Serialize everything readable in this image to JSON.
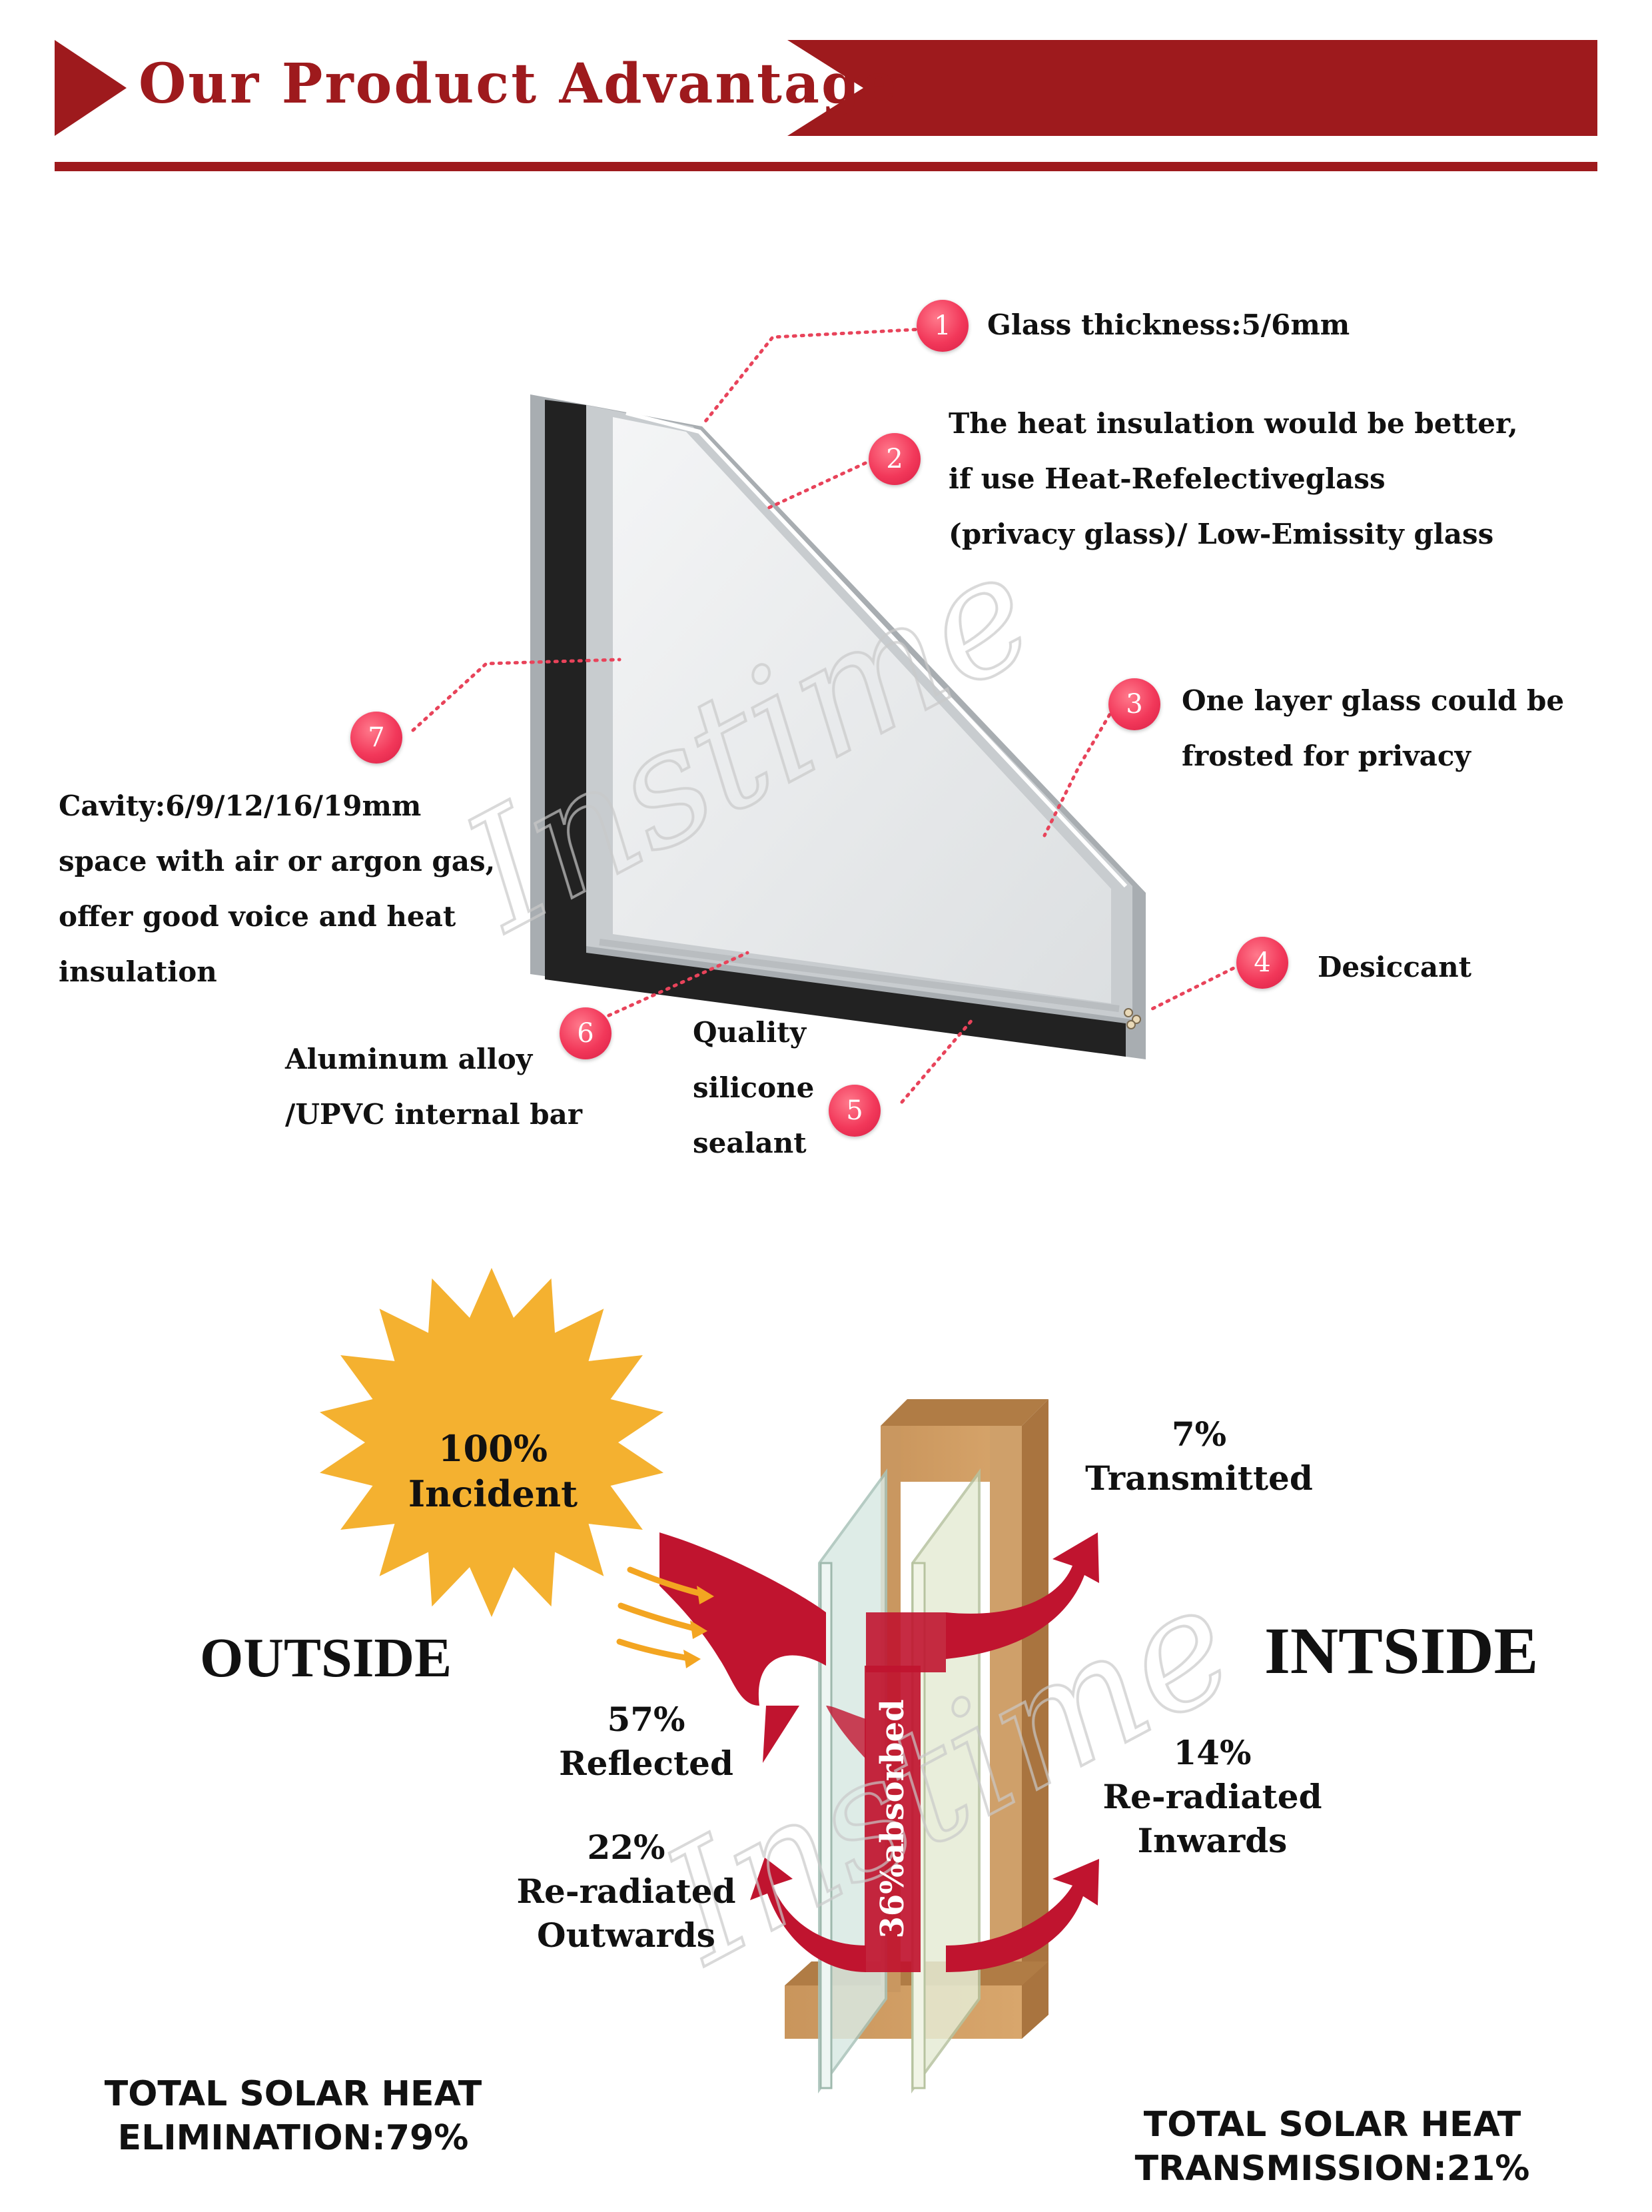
{
  "header": {
    "title": "Our Product Advantage",
    "accent_color": "#9e1a1d"
  },
  "structure": {
    "callouts": [
      {
        "num": "1",
        "lines": [
          "Glass thickness:5/6mm"
        ]
      },
      {
        "num": "2",
        "lines": [
          "The heat insulation would be better,",
          "if use Heat-Refelectiveglass",
          "(privacy glass)/ Low-Emissity glass"
        ]
      },
      {
        "num": "3",
        "lines": [
          "One layer glass could be",
          "frosted for privacy"
        ]
      },
      {
        "num": "4",
        "lines": [
          "Desiccant"
        ]
      },
      {
        "num": "5",
        "lines": [
          "Quality",
          "silicone",
          "sealant"
        ]
      },
      {
        "num": "6",
        "lines": [
          "Aluminum alloy",
          "/UPVC internal bar"
        ]
      },
      {
        "num": "7",
        "lines": [
          "Cavity:6/9/12/16/19mm",
          "space with air or argon gas,",
          "offer good voice and heat",
          "insulation"
        ]
      }
    ]
  },
  "heat": {
    "incident": [
      "100%",
      "Incident"
    ],
    "outside": "OUTSIDE",
    "inside": "INTSIDE",
    "transmitted": [
      "7%",
      "Transmitted"
    ],
    "reflected": [
      "57%",
      "Reflected"
    ],
    "reradiated_out": [
      "22%",
      "Re-radiated",
      "Outwards"
    ],
    "reradiated_in": [
      "14%",
      "Re-radiated",
      "Inwards"
    ],
    "absorbed": "36%absorbed",
    "total_elimination": [
      "TOTAL SOLAR HEAT",
      "ELIMINATION:79%"
    ],
    "total_transmission": [
      "TOTAL SOLAR HEAT",
      "TRANSMISSION:21%"
    ]
  },
  "watermark": "Instime"
}
